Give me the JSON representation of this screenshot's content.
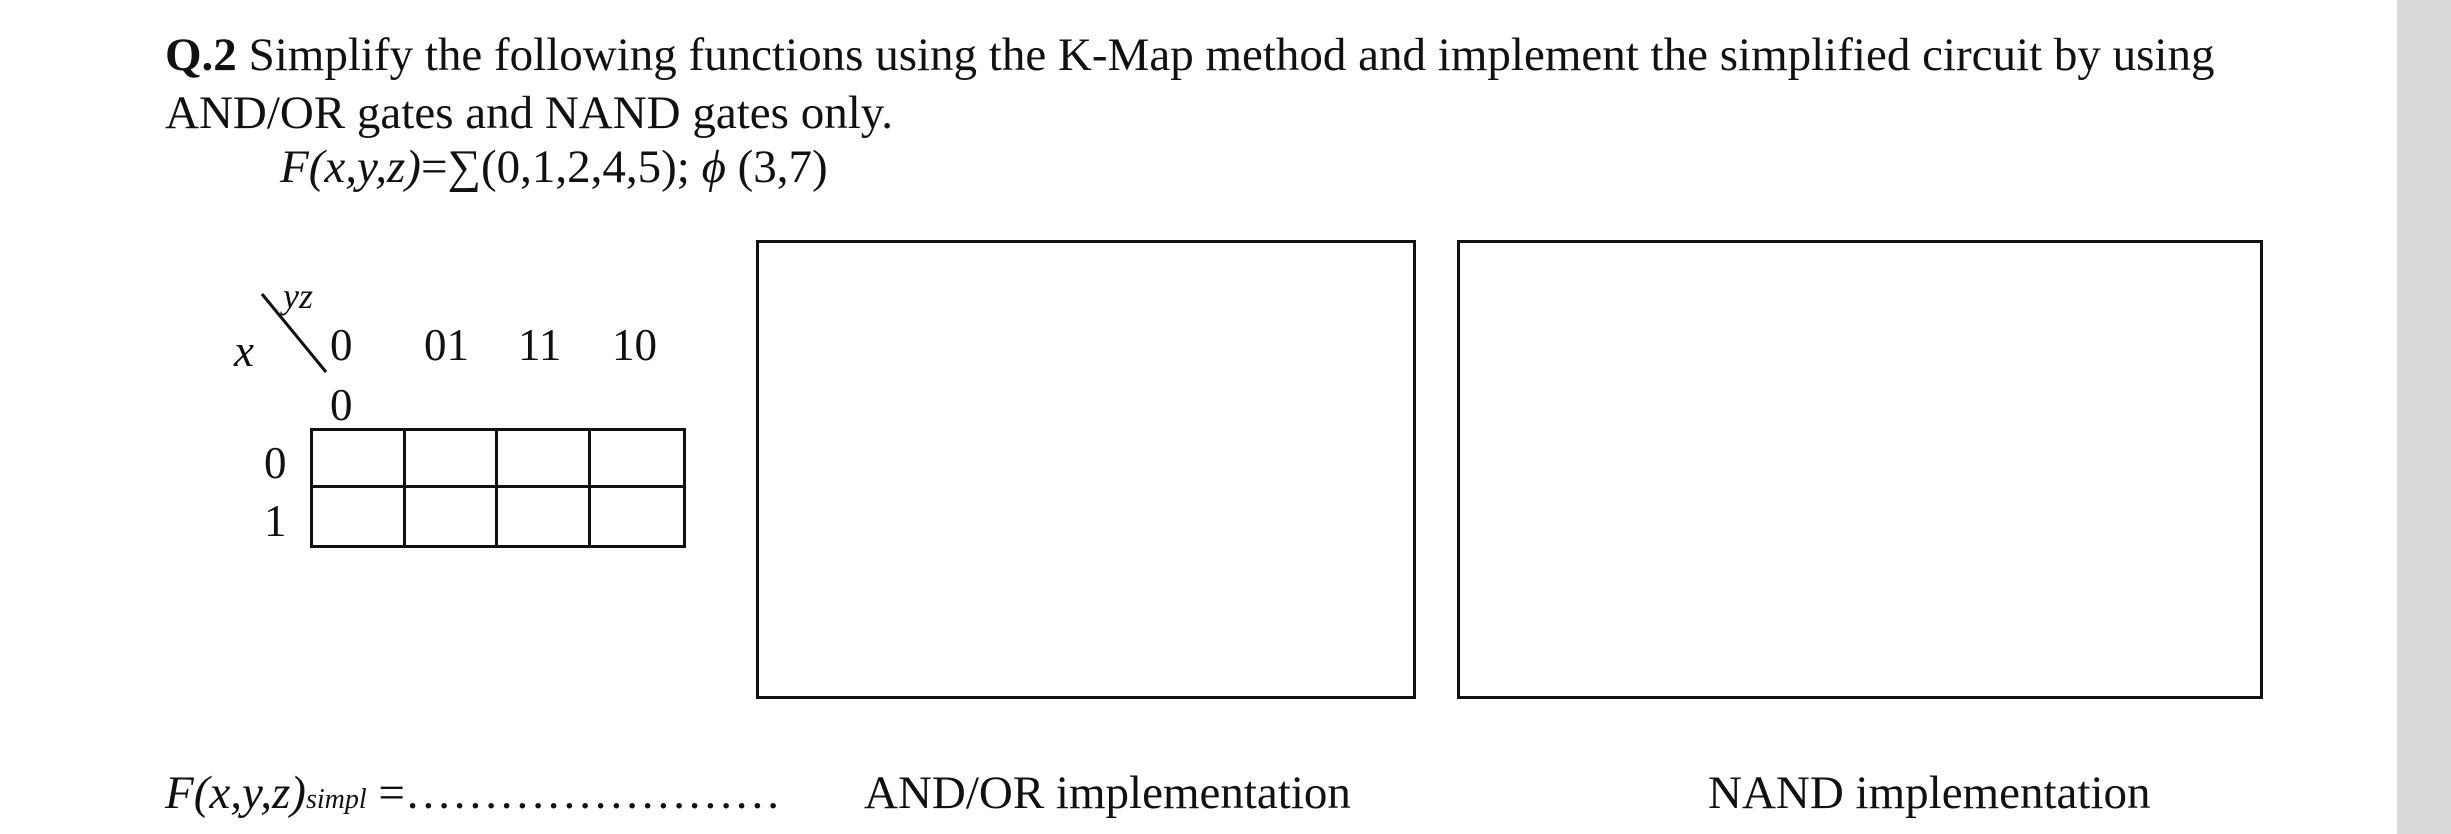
{
  "question": {
    "number": "Q.2",
    "text": "Simplify the following functions using the K-Map method and implement the simplified circuit by using AND/OR gates and NAND gates only."
  },
  "function": {
    "lhs": "F(x,y,z)",
    "rhs": "=∑(0,1,2,4,5); ",
    "phi": "ϕ",
    "dont_care": " (3,7)"
  },
  "kmap": {
    "col_var": "yz",
    "row_var": "x",
    "col_headers": [
      "0",
      "01",
      "11",
      "10"
    ],
    "col_header_extra": "0",
    "row_headers": [
      "0",
      "1"
    ]
  },
  "answer": {
    "lhs": "F(x,y,z)",
    "subscript": "simpl",
    "rhs": " =……………………"
  },
  "labels": {
    "and_or": "AND/OR implementation",
    "nand": "NAND implementation"
  }
}
